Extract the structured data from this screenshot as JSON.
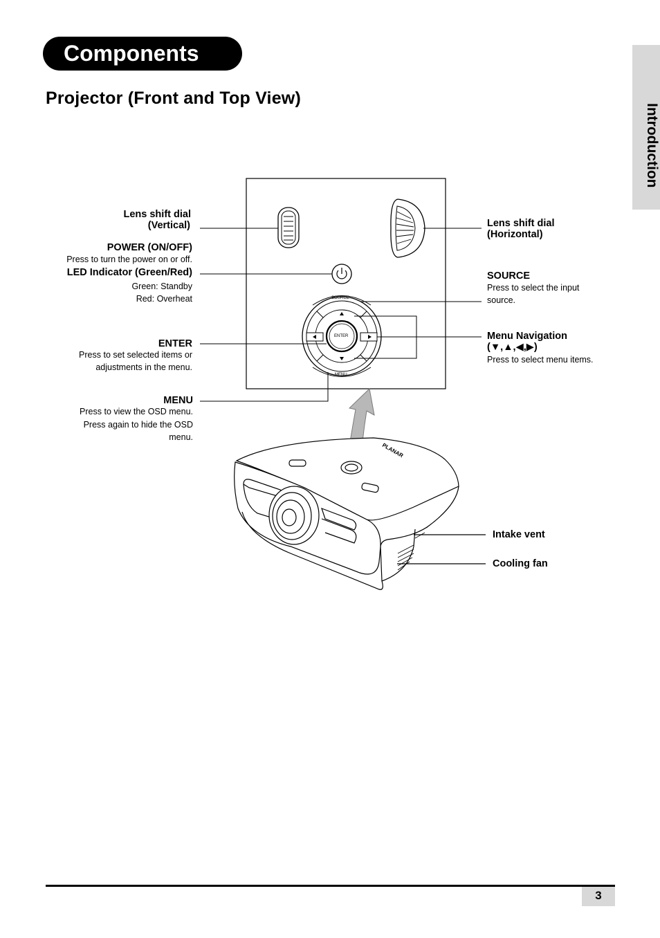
{
  "header": {
    "title": "Components",
    "subtitle": "Projector (Front and Top View)"
  },
  "side_tab": {
    "label": "Introduction"
  },
  "callouts": {
    "lens_shift_vertical": {
      "line1": "Lens shift dial",
      "line2": "(Vertical)"
    },
    "power": {
      "title": "POWER (ON/OFF)",
      "desc": "Press to turn the power on or off."
    },
    "led": {
      "title": "LED Indicator (Green/Red)",
      "desc1": "Green: Standby",
      "desc2": "Red: Overheat"
    },
    "enter": {
      "title": "ENTER",
      "desc1": "Press to set selected items or",
      "desc2": "adjustments in the menu."
    },
    "menu": {
      "title": "MENU",
      "desc1": "Press to view the OSD menu.",
      "desc2": "Press again to hide the OSD",
      "desc3": "menu."
    },
    "lens_shift_horizontal": {
      "line1": "Lens shift dial",
      "line2": "(Horizontal)"
    },
    "source": {
      "title": "SOURCE",
      "desc1": "Press to select the input",
      "desc2": "source."
    },
    "menu_navigation": {
      "title": "Menu Navigation",
      "symbols": "(▼,▲,◀,▶)",
      "desc": "Press to select menu items."
    },
    "intake_vent": {
      "title": "Intake vent"
    },
    "cooling_fan": {
      "title": "Cooling fan"
    }
  },
  "panel_labels": {
    "source": "SOURCE",
    "enter": "ENTER",
    "menu": "MENU"
  },
  "brand": "PLANAR",
  "footer": {
    "page_number": "3"
  }
}
